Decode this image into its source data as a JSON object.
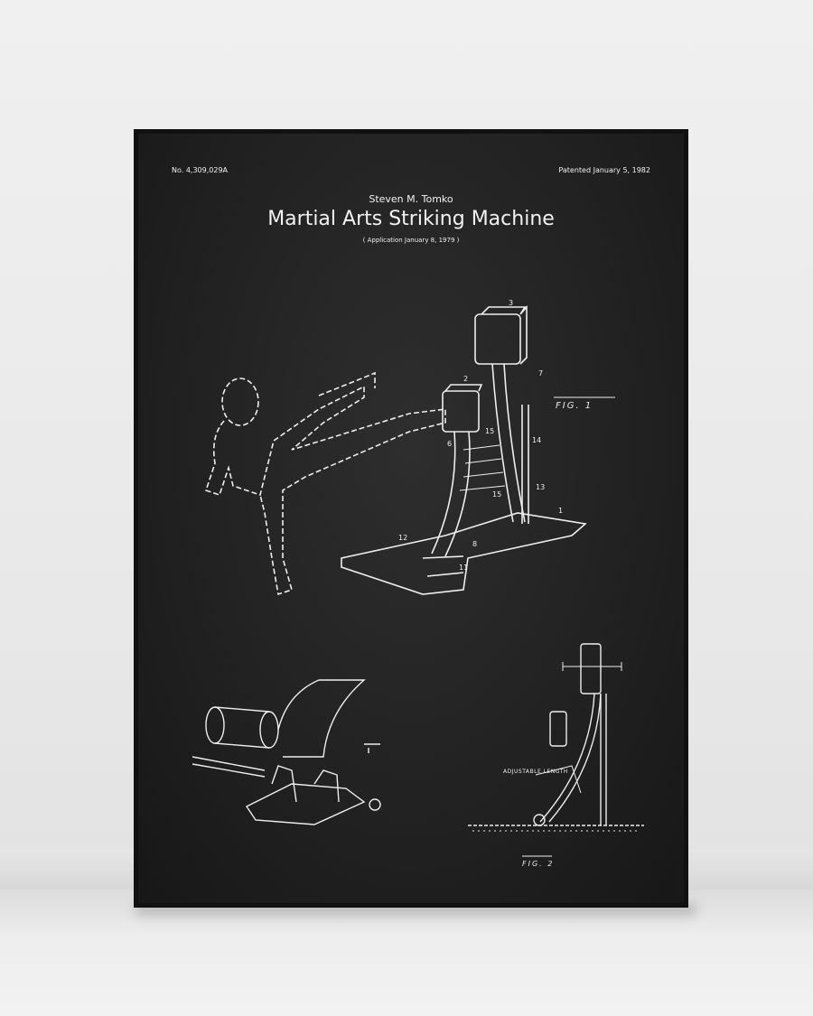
{
  "poster": {
    "patent_number": "No. 4,309,029A",
    "patent_date": "Patented January 5, 1982",
    "inventor": "Steven M. Tomko",
    "title": "Martial Arts Striking Machine",
    "application": "( Application January 8, 1979 )"
  },
  "figure1": {
    "label": "FIG. 1",
    "callouts": [
      "3",
      "2",
      "7",
      "6",
      "15",
      "14",
      "15",
      "13",
      "1",
      "12",
      "8",
      "11"
    ]
  },
  "figure2": {
    "label": "FIG. 2",
    "note": "ADJUSTABLE LENGTH"
  },
  "colors": {
    "board": "#222222",
    "frame": "#111111",
    "wall": "#ececec",
    "ink": "#f2f2f2"
  }
}
